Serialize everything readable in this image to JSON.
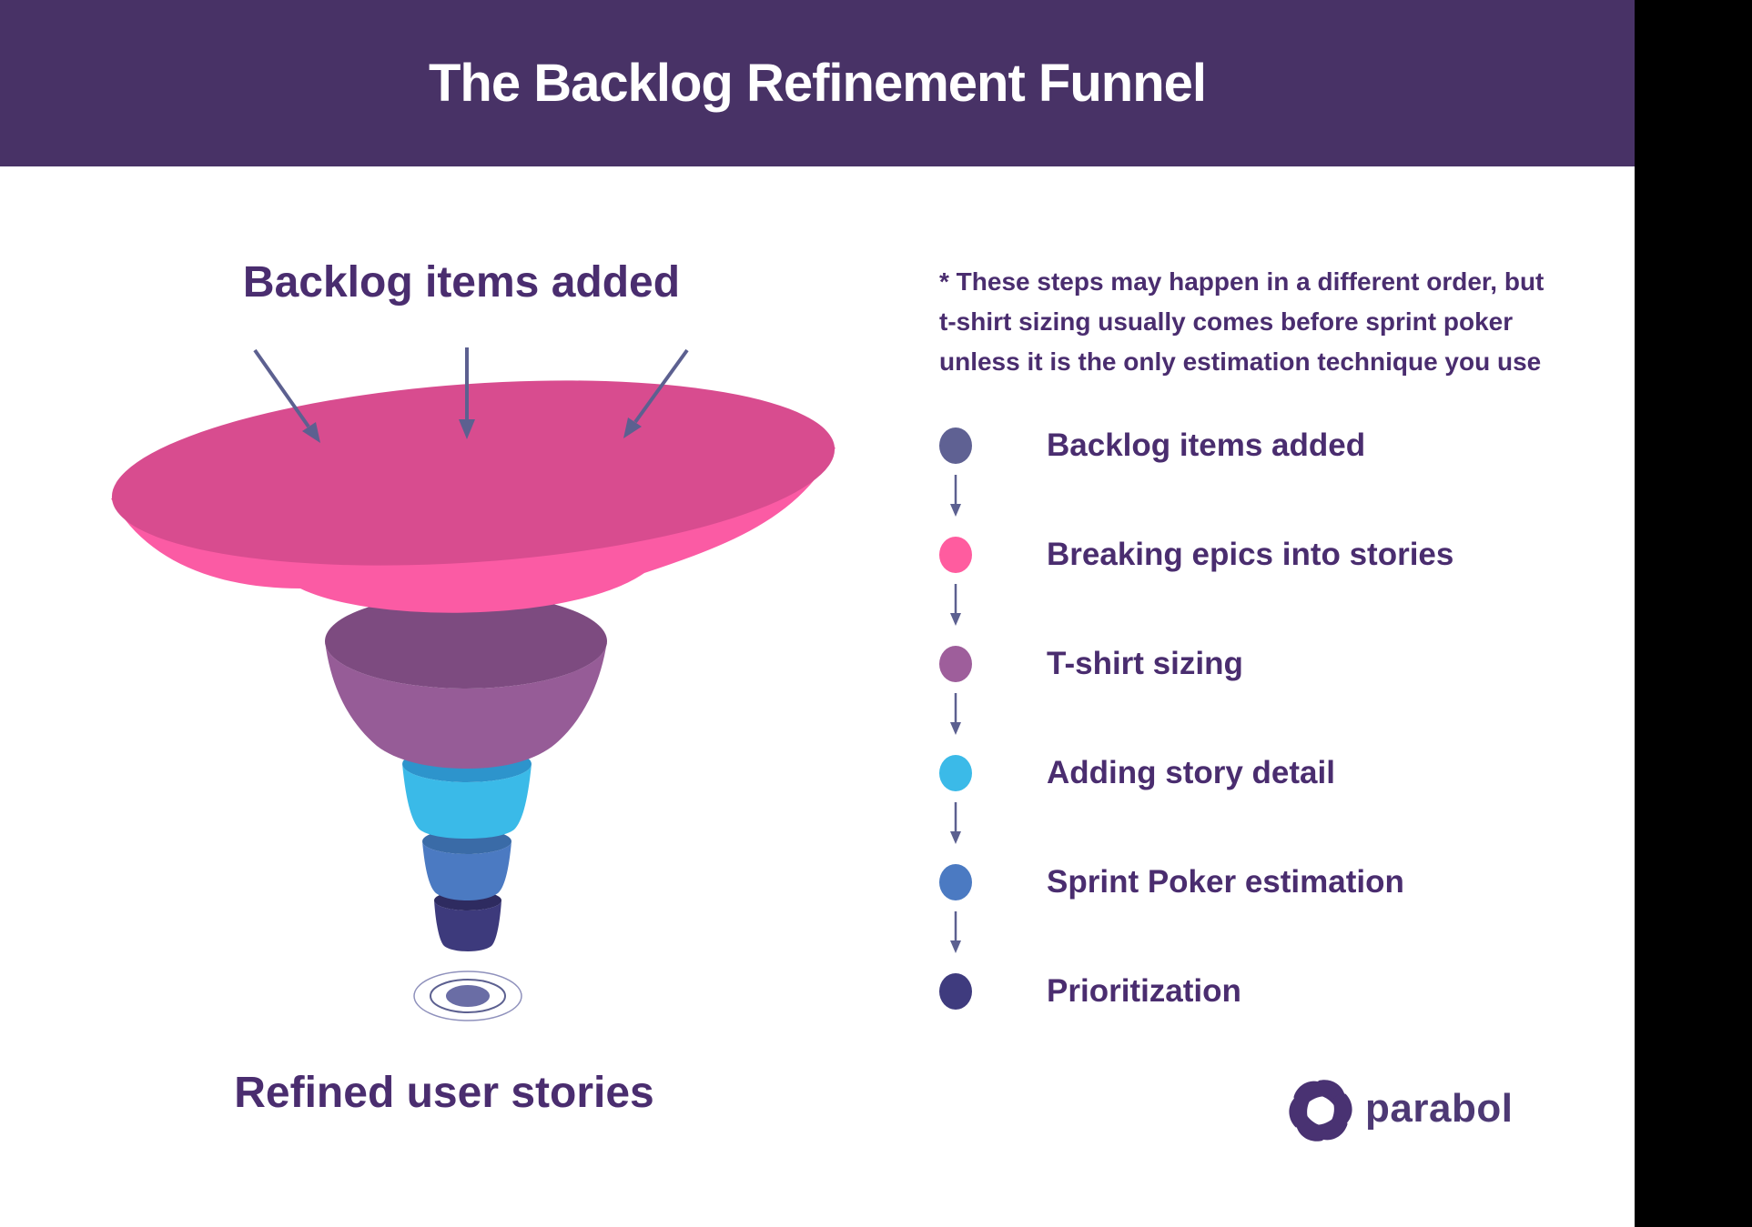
{
  "theme": {
    "content_bg": "#FFFFFF",
    "heading_color": "#4A2D6F",
    "arrow_color": "#5C6090"
  },
  "header": {
    "title": "The Backlog Refinement Funnel",
    "bg": "#483266",
    "text_color": "#FFFFFF"
  },
  "funnel": {
    "input_label": "Backlog items added",
    "output_label": "Refined user stories",
    "stages": [
      {
        "label": "Breaking epics into stories",
        "top_color": "#D84C8F",
        "body_color": "#FB5BA4"
      },
      {
        "label": "T-shirt sizing",
        "top_color": "#7D4B80",
        "body_color": "#965C97"
      },
      {
        "label": "Adding story detail",
        "top_color": "#2D94CC",
        "body_color": "#3ABAE8"
      },
      {
        "label": "Sprint Poker estimation",
        "top_color": "#3A6BA7",
        "body_color": "#4B7AC2"
      },
      {
        "label": "Prioritization",
        "top_color": "#2E2B60",
        "body_color": "#3D3A7C"
      }
    ],
    "ripple": {
      "outer_stroke": "#8F91BC",
      "mid_stroke": "#5C6090",
      "center_fill": "#6A6DA5"
    }
  },
  "disclaimer": {
    "lines": [
      "* These steps may happen in a different order, but",
      "t-shirt sizing usually comes before sprint poker",
      "unless it is the only estimation technique you use"
    ]
  },
  "legend": {
    "arrow_color": "#5C6090",
    "items": [
      {
        "label": "Backlog items added",
        "color": "#5F6193"
      },
      {
        "label": "Breaking epics into stories",
        "color": "#FF5C9F"
      },
      {
        "label": "T-shirt sizing",
        "color": "#9E5E9B"
      },
      {
        "label": "Adding story detail",
        "color": "#3BBAE8"
      },
      {
        "label": "Sprint Poker estimation",
        "color": "#4B7AC2"
      },
      {
        "label": "Prioritization",
        "color": "#3F3B7E"
      }
    ]
  },
  "footer": {
    "brand": "parabol",
    "logo_color": "#493272",
    "wordmark_color": "#4D3974"
  }
}
